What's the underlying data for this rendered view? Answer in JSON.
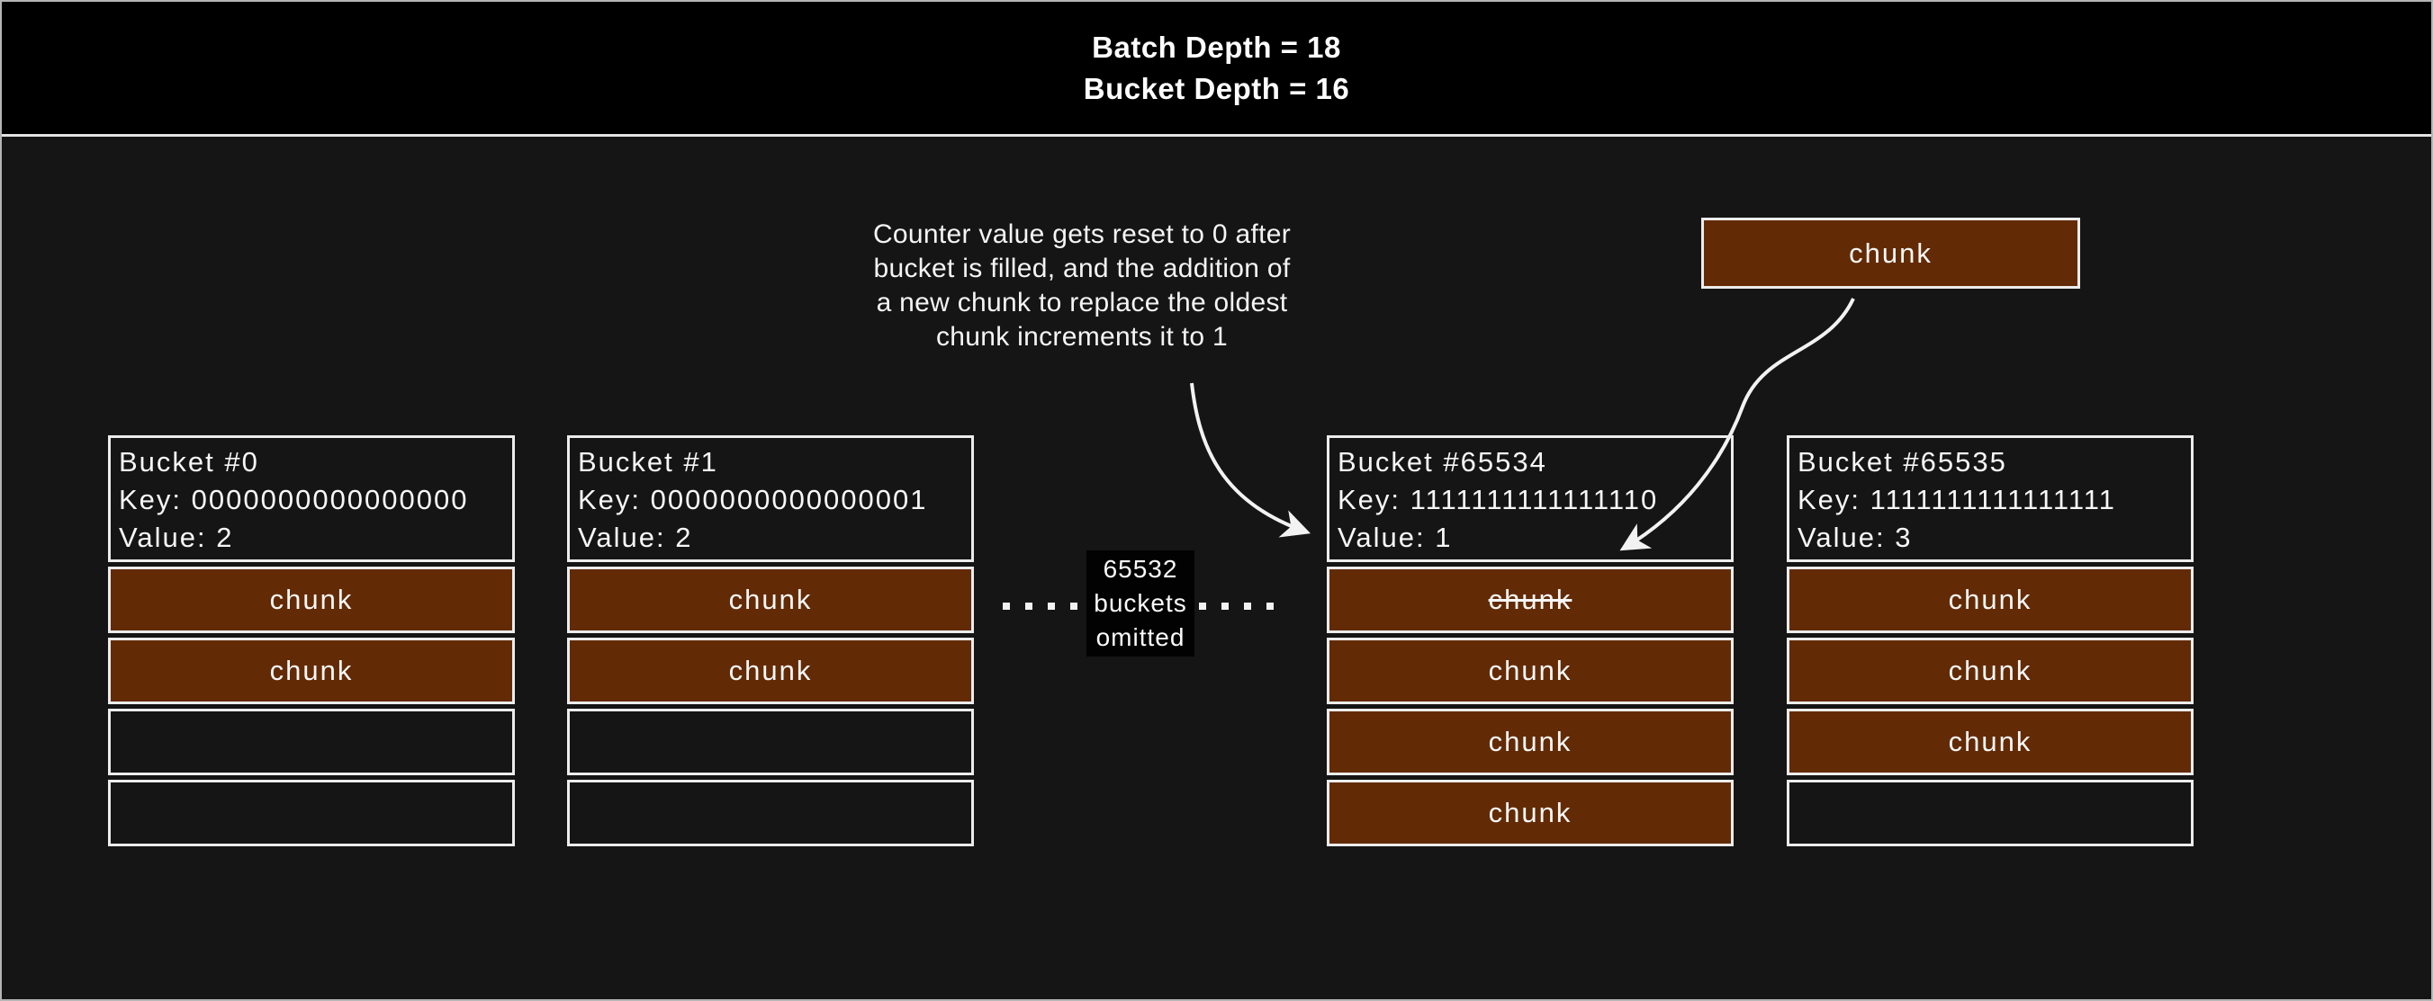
{
  "header": {
    "title_line1": "Batch Depth = 18",
    "title_line2": "Bucket Depth = 16"
  },
  "annotation": {
    "lines": [
      "Counter value gets reset to 0 after",
      "bucket is filled, and the addition of",
      "a new chunk to replace the oldest",
      "chunk increments it to 1"
    ]
  },
  "floating_chunk": {
    "label": "chunk"
  },
  "omitted": {
    "lines": [
      "65532",
      "buckets",
      "omitted"
    ]
  },
  "buckets": [
    {
      "title": "Bucket #0",
      "key": "Key: 0000000000000000",
      "value": "Value: 2",
      "chunks": [
        {
          "state": "filled",
          "label": "chunk"
        },
        {
          "state": "filled",
          "label": "chunk"
        },
        {
          "state": "empty",
          "label": ""
        },
        {
          "state": "empty",
          "label": ""
        }
      ]
    },
    {
      "title": "Bucket #1",
      "key": "Key: 0000000000000001",
      "value": "Value: 2",
      "chunks": [
        {
          "state": "filled",
          "label": "chunk"
        },
        {
          "state": "filled",
          "label": "chunk"
        },
        {
          "state": "empty",
          "label": ""
        },
        {
          "state": "empty",
          "label": ""
        }
      ]
    },
    {
      "title": "Bucket #65534",
      "key": "Key: 1111111111111110",
      "value": "Value: 1",
      "chunks": [
        {
          "state": "filled-struck",
          "label": "chunk"
        },
        {
          "state": "filled",
          "label": "chunk"
        },
        {
          "state": "filled",
          "label": "chunk"
        },
        {
          "state": "filled",
          "label": "chunk"
        }
      ]
    },
    {
      "title": "Bucket #65535",
      "key": "Key: 1111111111111111",
      "value": "Value: 3",
      "chunks": [
        {
          "state": "filled",
          "label": "chunk"
        },
        {
          "state": "filled",
          "label": "chunk"
        },
        {
          "state": "filled",
          "label": "chunk"
        },
        {
          "state": "empty",
          "label": ""
        }
      ]
    }
  ],
  "colors": {
    "chunk_fill": "#632B05",
    "page_background": "#151515",
    "header_background": "#000000",
    "border": "#ECECEC",
    "text": "#F7F7F7"
  }
}
